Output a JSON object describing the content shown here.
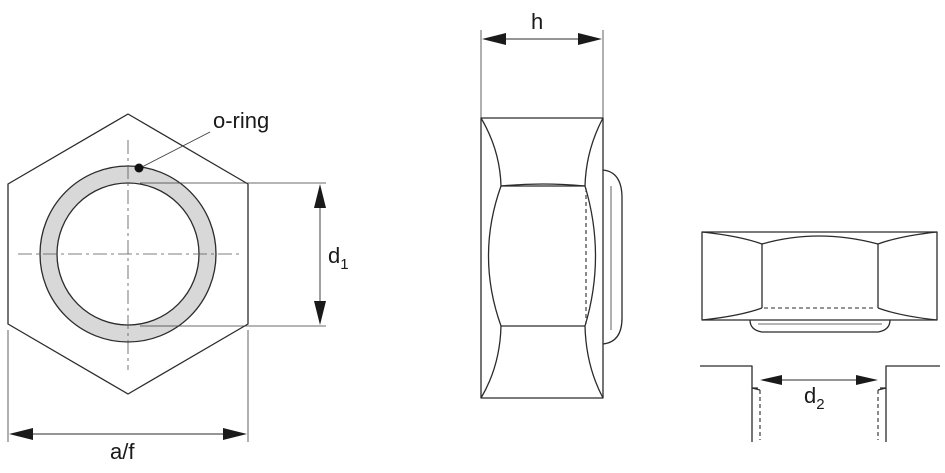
{
  "labels": {
    "o_ring": "o-ring",
    "af": "a/f",
    "h": "h",
    "d1_base": "d",
    "d1_sub": "1",
    "d2_base": "d",
    "d2_sub": "2"
  },
  "colors": {
    "line": "#2b2b2b",
    "ring_fill": "#d8d8d8",
    "background": "#ffffff"
  }
}
